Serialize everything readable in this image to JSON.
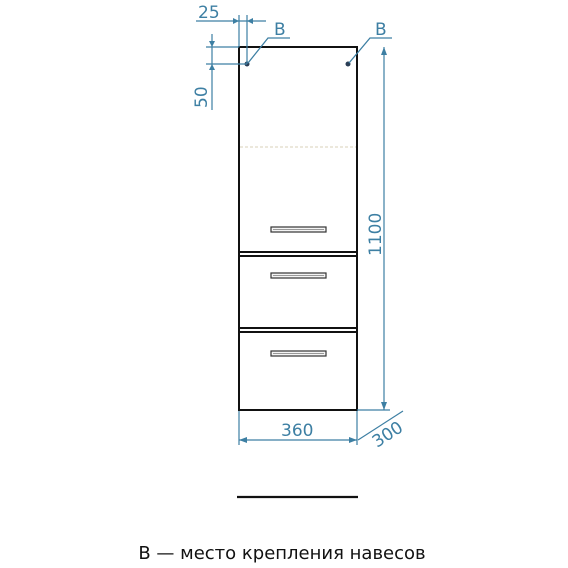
{
  "dimensions": {
    "offset_x": "25",
    "offset_y": "50",
    "height": "1100",
    "width": "360",
    "depth": "300"
  },
  "markers": {
    "left": "B",
    "right": "B"
  },
  "legend": {
    "text": "В — место крепления навесов"
  },
  "colors": {
    "dimension": "#3d7fa3",
    "outline": "#111111",
    "hinge_dot": "#2a3d55",
    "shelf_line": "#d9d2b8"
  }
}
